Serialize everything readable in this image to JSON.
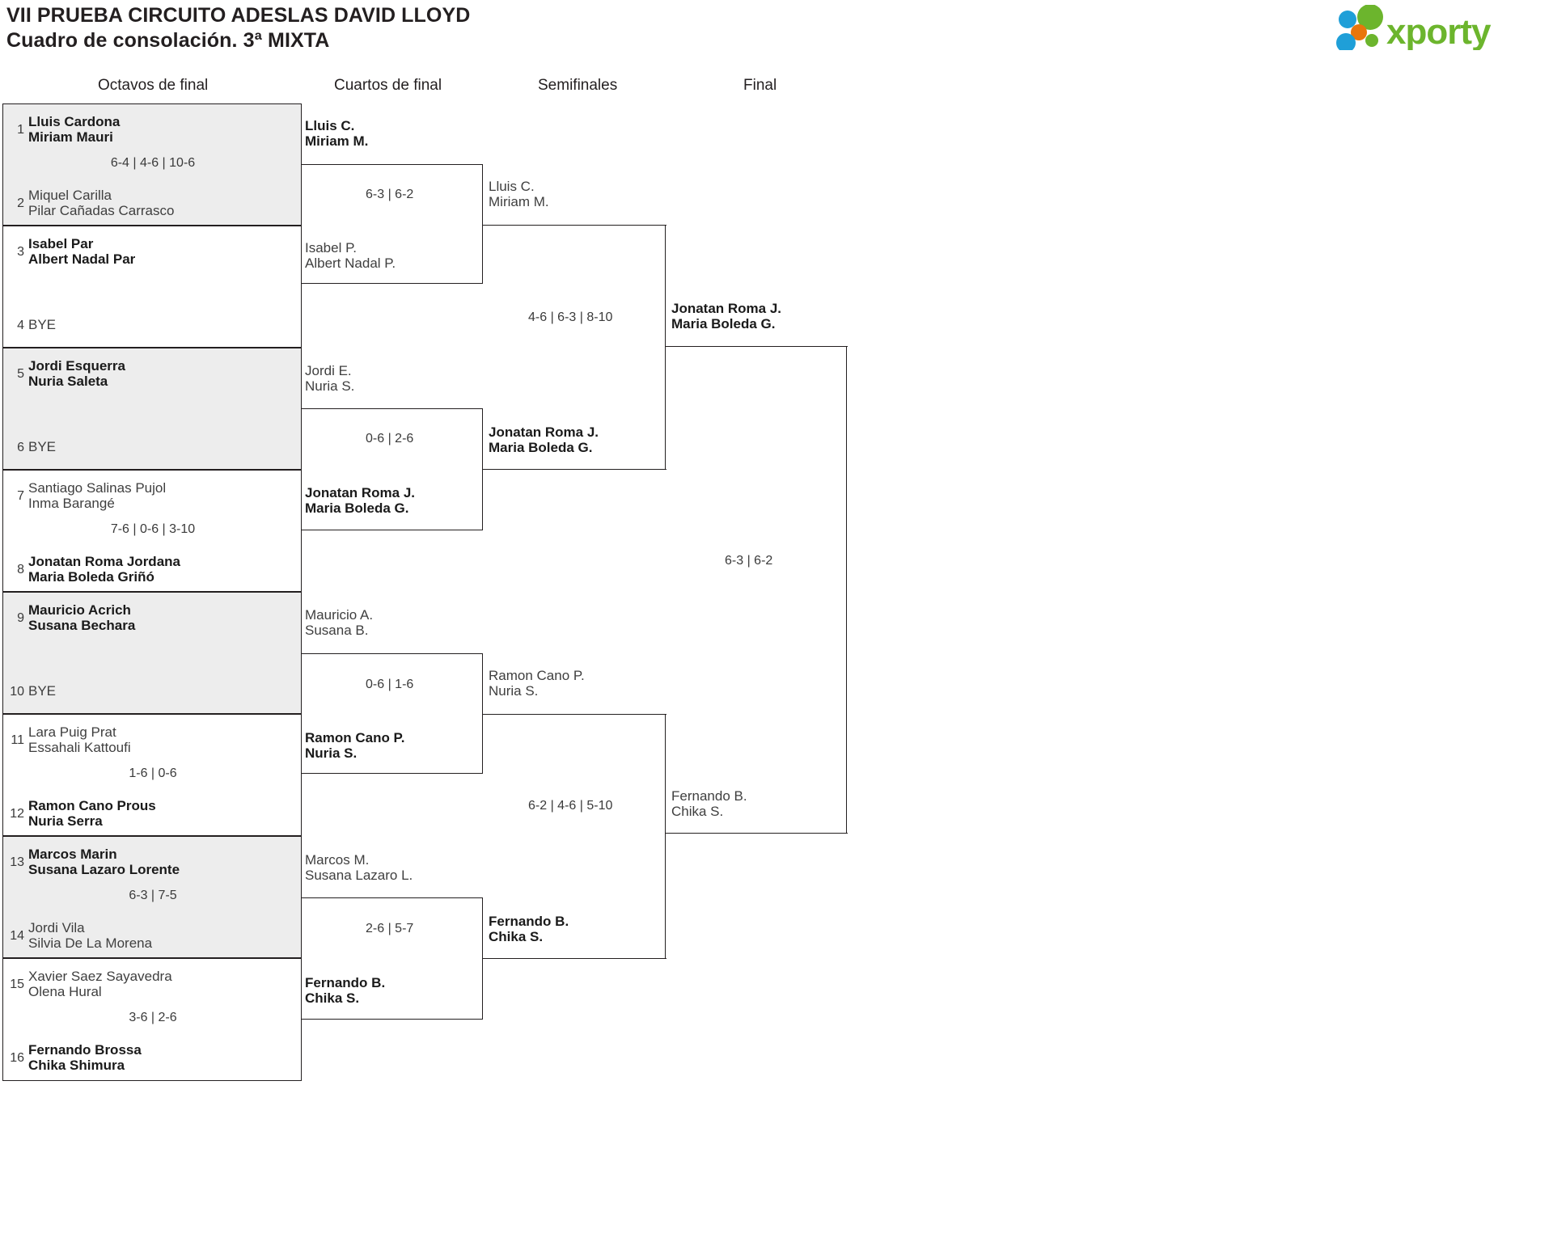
{
  "header": {
    "title_line1": "VII PRUEBA CIRCUITO ADESLAS DAVID LLOYD",
    "title_line2": "Cuadro de consolación. 3ª MIXTA",
    "logo_text": "xporty",
    "logo_colors": {
      "blue": "#1f9fd8",
      "orange": "#e8760c",
      "green": "#6cb52d"
    }
  },
  "rounds": [
    {
      "key": "r16",
      "label": "Octavos de final"
    },
    {
      "key": "qf",
      "label": "Cuartos de final"
    },
    {
      "key": "sf",
      "label": "Semifinales"
    },
    {
      "key": "f",
      "label": "Final"
    }
  ],
  "round16": {
    "matches": [
      {
        "shaded": true,
        "score": "6-4 | 4-6 | 10-6",
        "top": {
          "seed": "1",
          "p1": "Lluis Cardona",
          "p2": "Miriam Mauri",
          "winner": true
        },
        "bottom": {
          "seed": "2",
          "p1": "Miquel Carilla",
          "p2": "Pilar Cañadas Carrasco",
          "winner": false
        }
      },
      {
        "shaded": false,
        "score": "",
        "top": {
          "seed": "3",
          "p1": "Isabel Par",
          "p2": "Albert Nadal Par",
          "winner": true
        },
        "bottom": {
          "seed": "4",
          "p1": "BYE",
          "p2": "",
          "winner": false,
          "bye": true
        }
      },
      {
        "shaded": true,
        "score": "",
        "top": {
          "seed": "5",
          "p1": "Jordi Esquerra",
          "p2": "Nuria Saleta",
          "winner": true
        },
        "bottom": {
          "seed": "6",
          "p1": "BYE",
          "p2": "",
          "winner": false,
          "bye": true
        }
      },
      {
        "shaded": false,
        "score": "7-6 | 0-6 | 3-10",
        "top": {
          "seed": "7",
          "p1": "Santiago Salinas Pujol",
          "p2": "Inma Barangé",
          "winner": false
        },
        "bottom": {
          "seed": "8",
          "p1": "Jonatan Roma Jordana",
          "p2": "Maria Boleda Griñó",
          "winner": true
        }
      },
      {
        "shaded": true,
        "score": "",
        "top": {
          "seed": "9",
          "p1": "Mauricio Acrich",
          "p2": "Susana Bechara",
          "winner": true
        },
        "bottom": {
          "seed": "10",
          "p1": "BYE",
          "p2": "",
          "winner": false,
          "bye": true
        }
      },
      {
        "shaded": false,
        "score": "1-6 | 0-6",
        "top": {
          "seed": "11",
          "p1": "Lara Puig Prat",
          "p2": "Essahali Kattoufi",
          "winner": false
        },
        "bottom": {
          "seed": "12",
          "p1": "Ramon Cano Prous",
          "p2": "Nuria Serra",
          "winner": true
        }
      },
      {
        "shaded": true,
        "score": "6-3 | 7-5",
        "top": {
          "seed": "13",
          "p1": "Marcos Marin",
          "p2": "Susana Lazaro Lorente",
          "winner": true
        },
        "bottom": {
          "seed": "14",
          "p1": "Jordi Vila",
          "p2": "Silvia De La Morena",
          "winner": false
        }
      },
      {
        "shaded": false,
        "score": "3-6 | 2-6",
        "top": {
          "seed": "15",
          "p1": "Xavier Saez Sayavedra",
          "p2": "Olena Hural",
          "winner": false
        },
        "bottom": {
          "seed": "16",
          "p1": "Fernando Brossa",
          "p2": "Chika Shimura",
          "winner": true
        }
      }
    ]
  },
  "quarterfinals": {
    "matches": [
      {
        "score": "6-3 | 6-2",
        "top": {
          "p1": "Lluis C.",
          "p2": "Miriam M.",
          "winner": true
        },
        "bottom": {
          "p1": "Isabel P.",
          "p2": "Albert Nadal P.",
          "winner": false
        }
      },
      {
        "score": "0-6 | 2-6",
        "top": {
          "p1": "Jordi E.",
          "p2": "Nuria S.",
          "winner": false
        },
        "bottom": {
          "p1": "Jonatan Roma J.",
          "p2": "Maria Boleda G.",
          "winner": true
        }
      },
      {
        "score": "0-6 | 1-6",
        "top": {
          "p1": "Mauricio A.",
          "p2": "Susana B.",
          "winner": false
        },
        "bottom": {
          "p1": "Ramon Cano P.",
          "p2": "Nuria S.",
          "winner": true
        }
      },
      {
        "score": "2-6 | 5-7",
        "top": {
          "p1": "Marcos M.",
          "p2": "Susana Lazaro L.",
          "winner": false
        },
        "bottom": {
          "p1": "Fernando B.",
          "p2": "Chika S.",
          "winner": true
        }
      }
    ]
  },
  "semifinals": {
    "matches": [
      {
        "score": "4-6 | 6-3 | 8-10",
        "top": {
          "p1": "Lluis C.",
          "p2": "Miriam M.",
          "winner": false
        },
        "bottom": {
          "p1": "Jonatan Roma J.",
          "p2": "Maria Boleda G.",
          "winner": true
        }
      },
      {
        "score": "6-2 | 4-6 | 5-10",
        "top": {
          "p1": "Ramon Cano P.",
          "p2": "Nuria S.",
          "winner": false
        },
        "bottom": {
          "p1": "Fernando B.",
          "p2": "Chika S.",
          "winner": true
        }
      }
    ]
  },
  "final": {
    "matches": [
      {
        "score": "6-3 | 6-2",
        "top": {
          "p1": "Jonatan Roma J.",
          "p2": "Maria Boleda G.",
          "winner": true
        },
        "bottom": {
          "p1": "Fernando B.",
          "p2": "Chika S.",
          "winner": false
        }
      }
    ]
  }
}
